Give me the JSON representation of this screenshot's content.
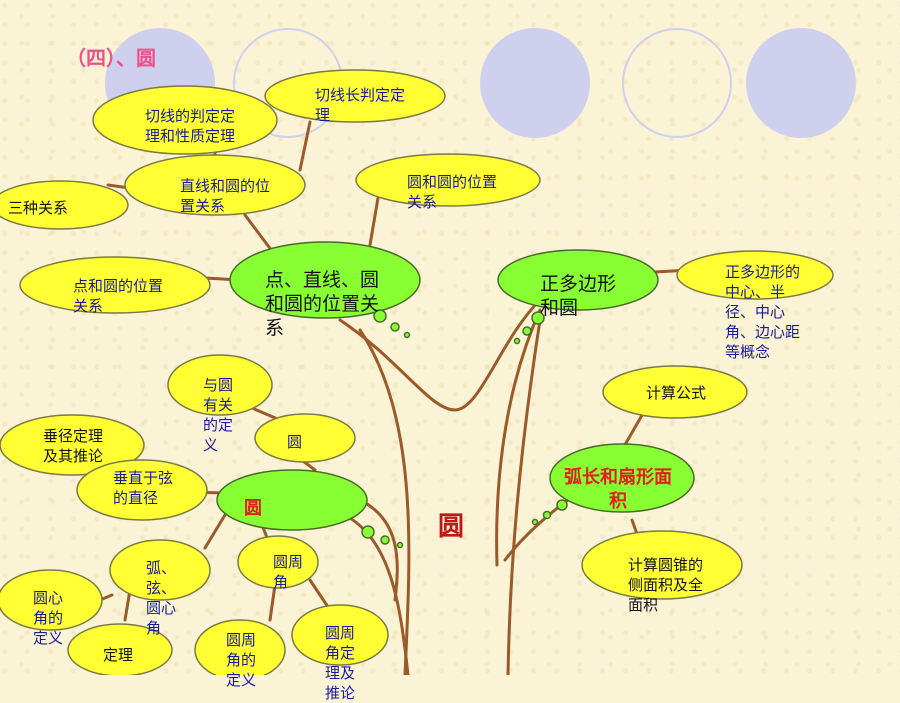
{
  "title": "（四）、圆",
  "center_label": "圆",
  "colors": {
    "yellow_cloud": "#ffff33",
    "green_cloud": "#88ff33",
    "branch": "#9a5a2a",
    "label_text": "#1a1aa0",
    "highlight": "#e02020"
  },
  "nodes": {
    "tangent_criteria": "切线的判定定理和性质定理",
    "tangent_length": "切线长判定定理",
    "three_relations": "三种关系",
    "line_circle_position": "直线和圆的位置关系",
    "circle_circle_position": "圆和圆的位置关系",
    "point_circle_position": "点和圆的位置关系",
    "position_relations_hub": "点、直线、圆和圆的位置关系",
    "regular_polygon_hub": "正多边形和圆",
    "regular_polygon_concepts": "正多边形的中心、半径、中心角、边心距等概念",
    "formula": "计算公式",
    "arc_sector_hub": "弧长和扇形面积",
    "cone_area": "计算圆锥的侧面积及全面积",
    "related_definitions": "与圆有关的定义",
    "circle_small": "圆",
    "perpendicular_theorem": "垂径定理及其推论",
    "perpendicular_diameter": "垂直于弦的直径",
    "circle_hub": "圆",
    "arc_chord_angle": "弧、弦、圆心角",
    "central_angle_def": "圆心角的定义",
    "theorem": "定理",
    "inscribed_angle": "圆周角",
    "inscribed_angle_def": "圆周角的定义",
    "inscribed_angle_theorem": "圆周角定理及推论"
  }
}
